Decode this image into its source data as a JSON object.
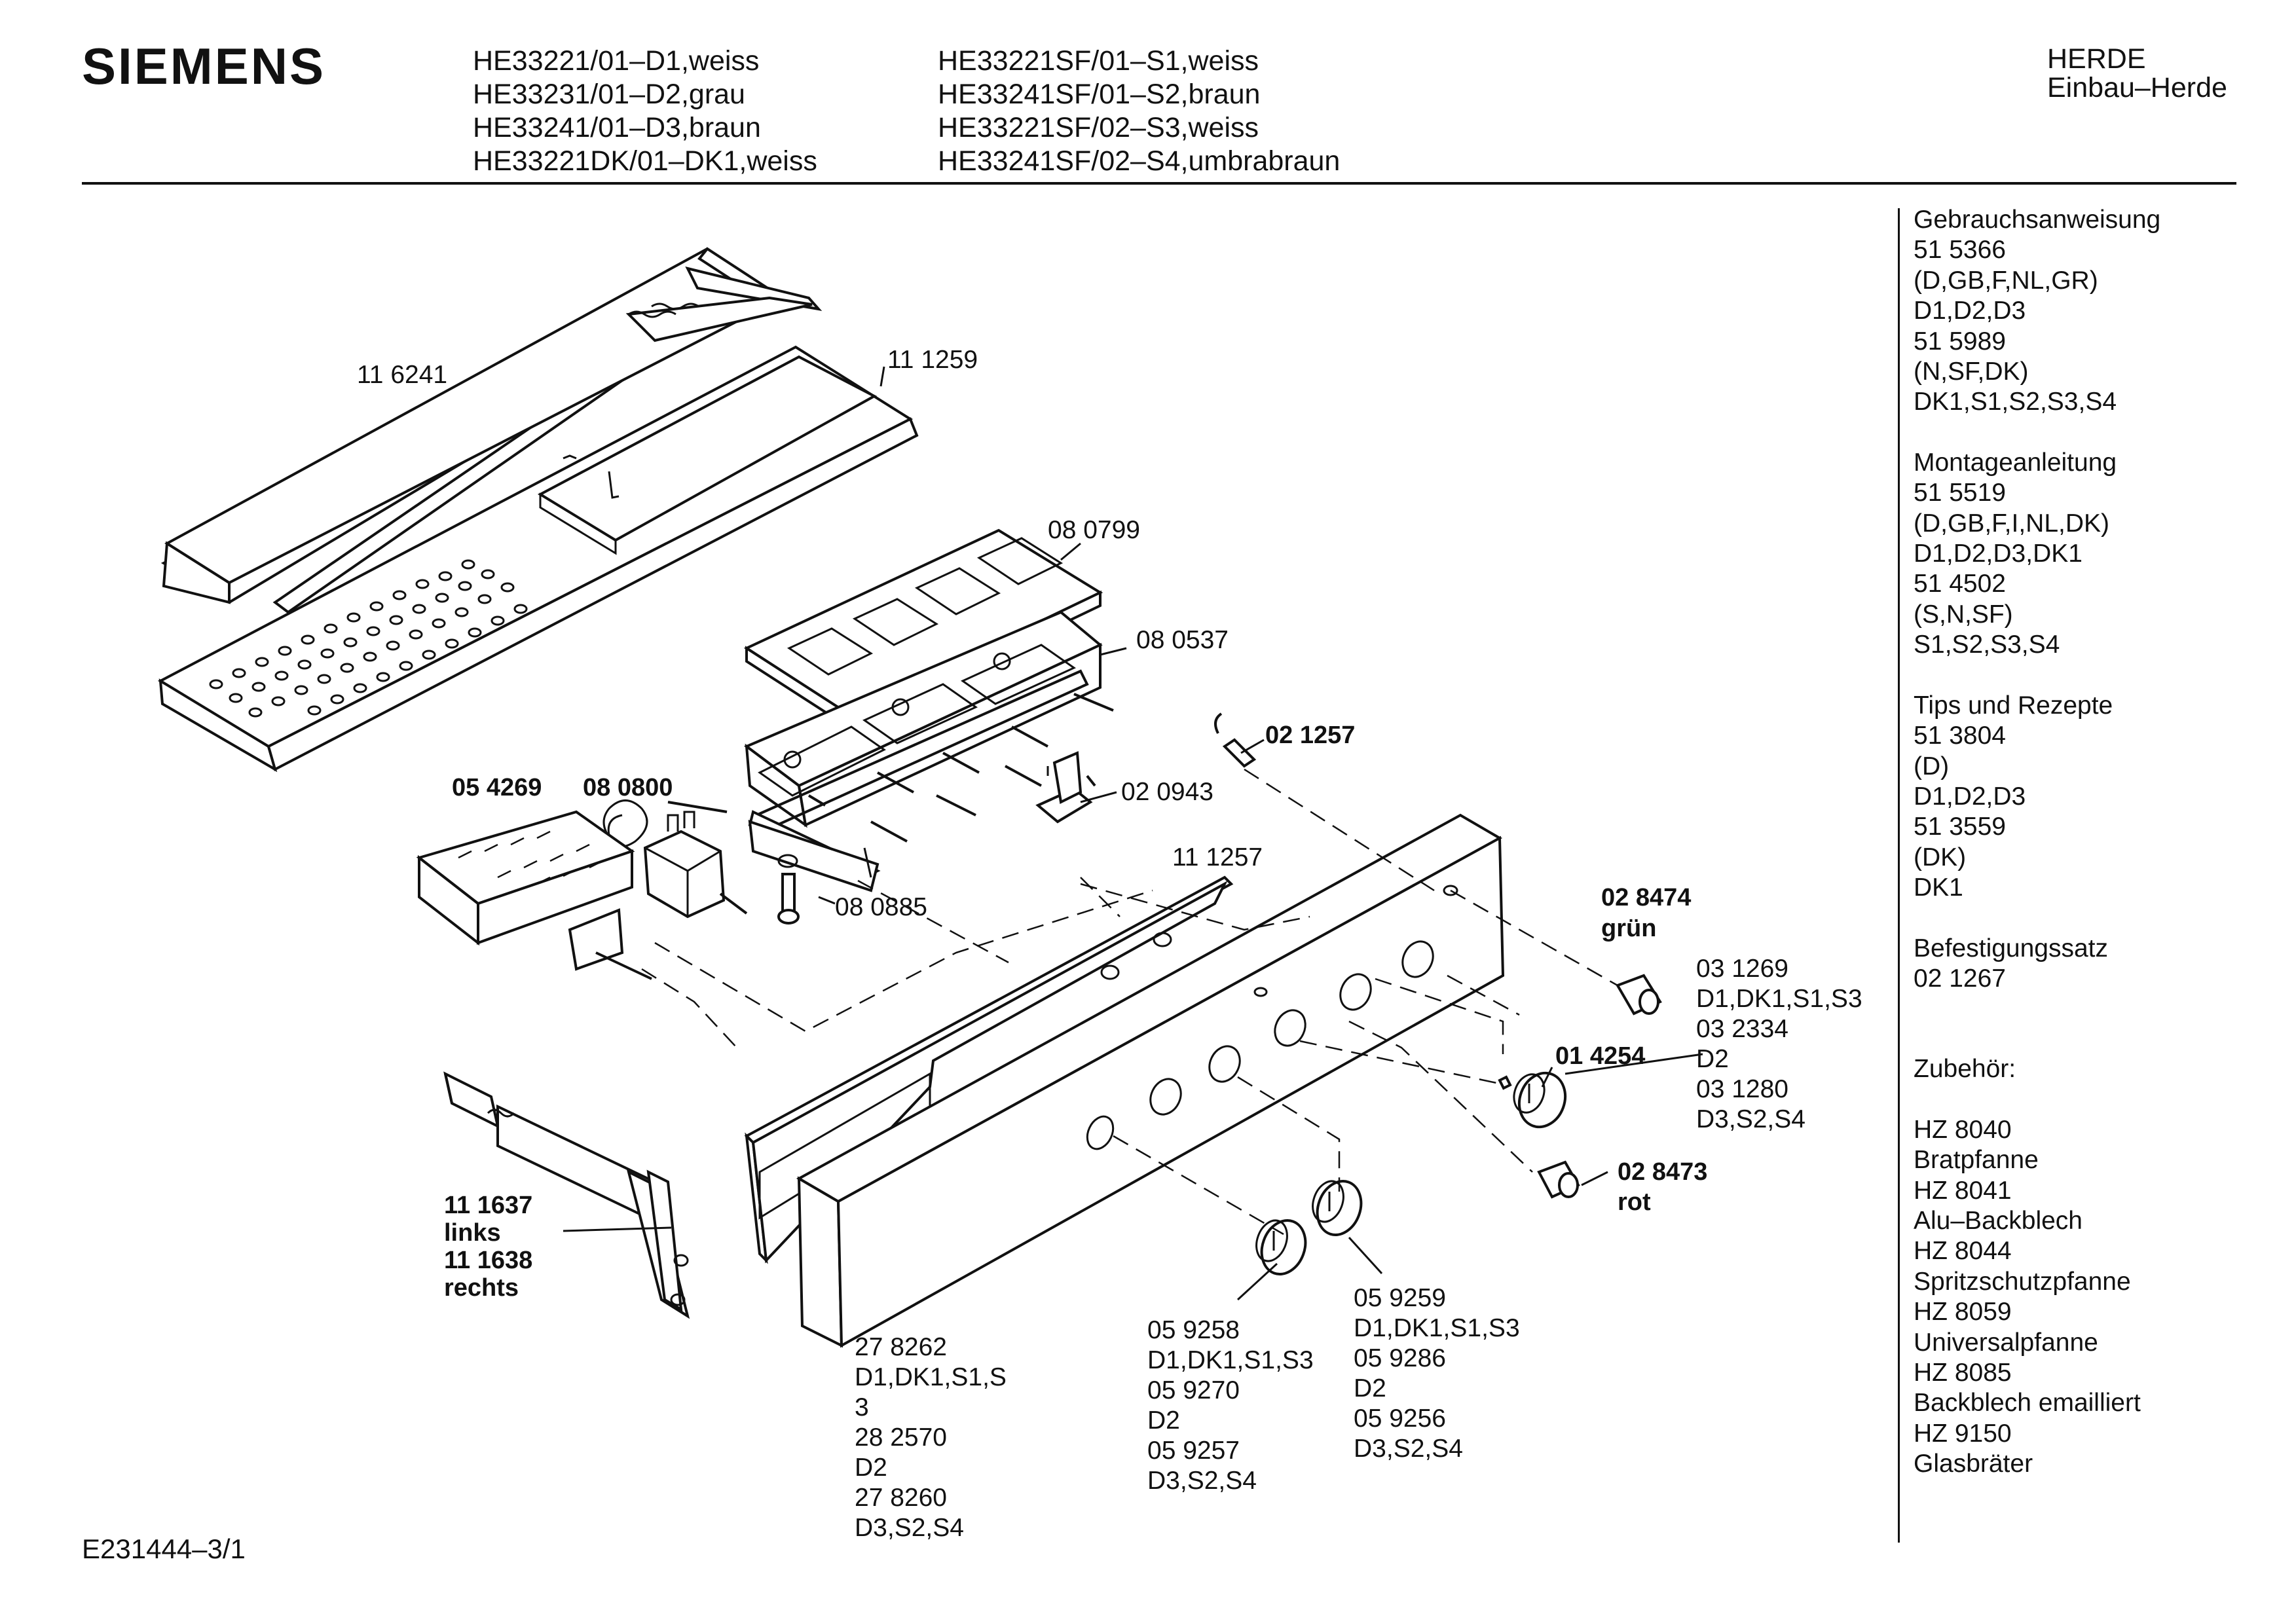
{
  "brand": "SIEMENS",
  "models_col1": [
    "HE33221/01–D1,weiss",
    "HE33231/01–D2,grau",
    "HE33241/01–D3,braun",
    "HE33221DK/01–DK1,weiss"
  ],
  "models_col2": [
    "HE33221SF/01–S1,weiss",
    "HE33241SF/01–S2,braun",
    "HE33221SF/02–S3,weiss",
    "HE33241SF/02–S4,umbrabraun"
  ],
  "category": [
    "HERDE",
    "Einbau–Herde"
  ],
  "sidebar": {
    "gebrauch": [
      "Gebrauchsanweisung",
      "51 5366",
      "(D,GB,F,NL,GR)",
      "D1,D2,D3",
      "51 5989",
      "(N,SF,DK)",
      "DK1,S1,S2,S3,S4"
    ],
    "montage": [
      "Montageanleitung",
      "51 5519",
      "(D,GB,F,I,NL,DK)",
      "D1,D2,D3,DK1",
      "51 4502",
      "(S,N,SF)",
      "S1,S2,S3,S4"
    ],
    "tips": [
      "Tips und Rezepte",
      "51 3804",
      "(D)",
      "D1,D2,D3",
      "51 3559",
      "(DK)",
      "DK1"
    ],
    "befestigung": [
      "Befestigungssatz",
      "02 1267"
    ],
    "zubehoer": [
      "Zubehör:",
      "HZ 8040",
      "Bratpfanne",
      "HZ 8041",
      "Alu–Backblech",
      "HZ 8044",
      "Spritzschutzpfanne",
      "HZ 8059",
      "Universalpfanne",
      "HZ 8085",
      "Backblech emailliert",
      "HZ 9150",
      "Glasbräter"
    ]
  },
  "parts": {
    "p116241": "11 6241",
    "p111259": "11 1259",
    "p080799": "08 0799",
    "p080537": "08 0537",
    "p021257": "02 1257",
    "p054269": "05 4269",
    "p080800": "08 0800",
    "p020943": "02 0943",
    "p111257": "11 1257",
    "p080885": "08 0885",
    "p028474": "02 8474",
    "p028474_note": "grün",
    "p031269": [
      "03 1269",
      "D1,DK1,S1,S3",
      "03 2334",
      "D2",
      "03 1280",
      "D3,S2,S4"
    ],
    "p014254": "01 4254",
    "p028473": "02 8473",
    "p028473_note": "rot",
    "p111637": "11 1637",
    "p111637_note": "links",
    "p111638": "11 1638",
    "p111638_note": "rechts",
    "p278262": [
      "27 8262",
      "D1,DK1,S1,S",
      "3",
      "28 2570",
      "D2",
      "27 8260",
      "D3,S2,S4"
    ],
    "p059258": [
      "05 9258",
      "D1,DK1,S1,S3",
      "05 9270",
      "D2",
      "05 9257",
      "D3,S2,S4"
    ],
    "p059259": [
      "05 9259",
      "D1,DK1,S1,S3",
      "05 9286",
      "D2",
      "05 9256",
      "D3,S2,S4"
    ]
  },
  "footer": "E231444–3/1"
}
